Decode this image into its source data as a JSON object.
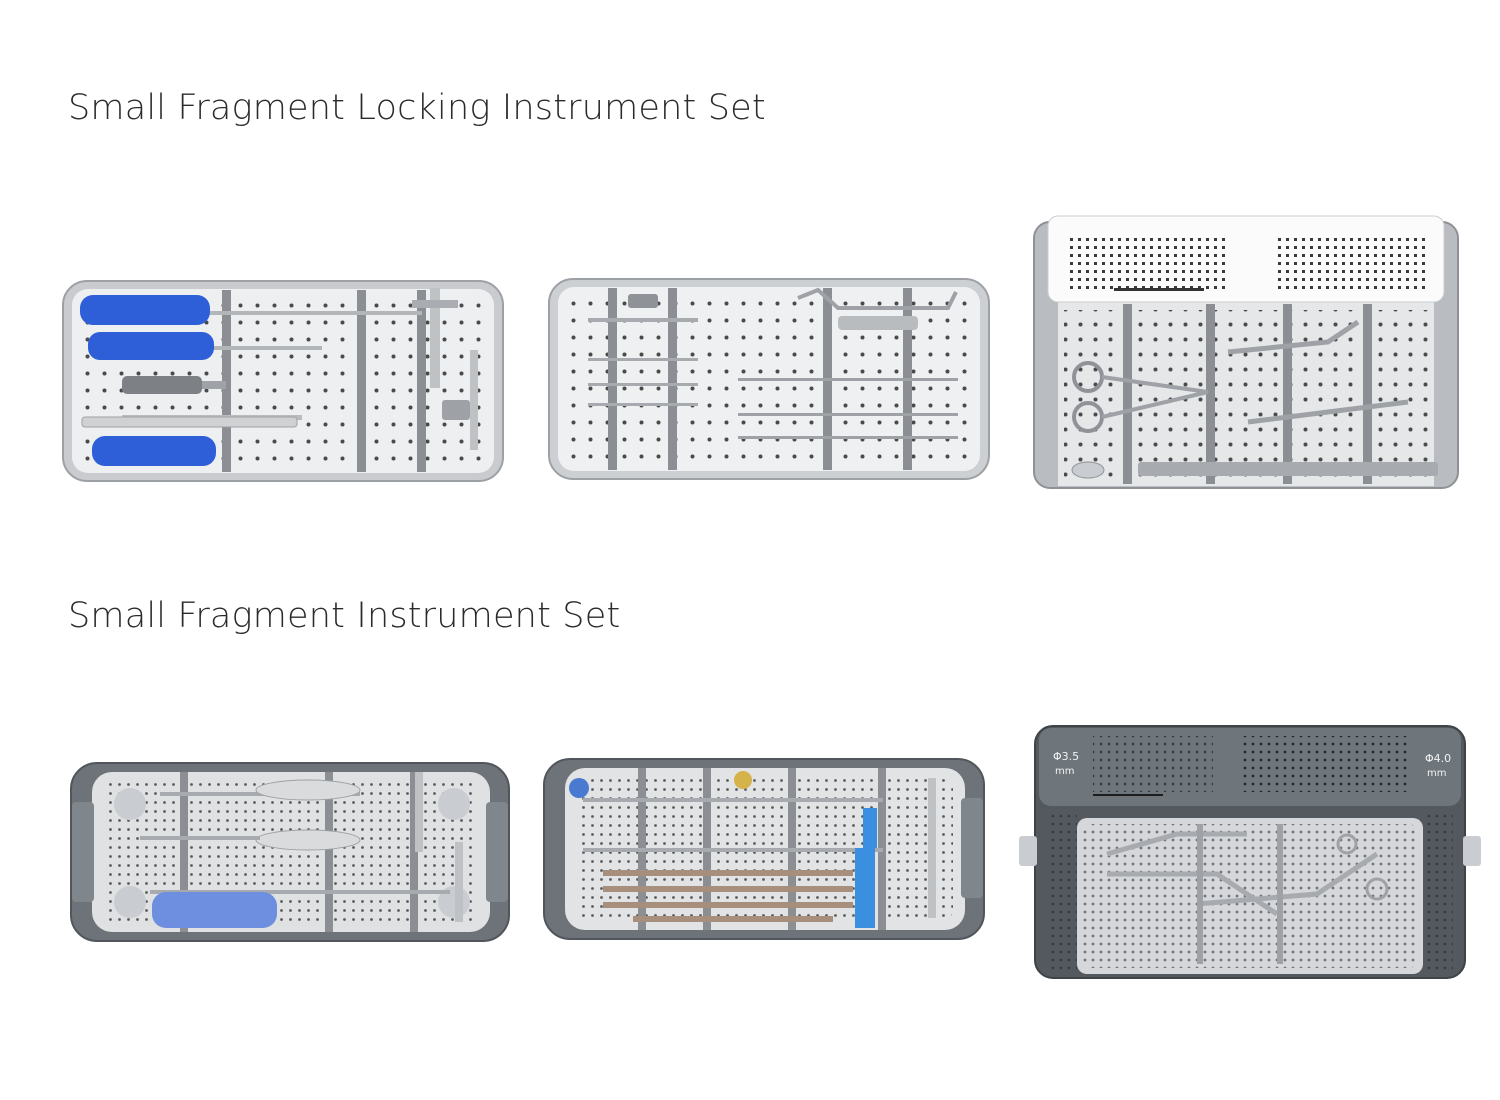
{
  "sections": [
    {
      "title": "Small Fragment Locking Instrument Set"
    },
    {
      "title": "Small Fragment Instrument Set"
    }
  ],
  "case_labels": {
    "left_diameter": "Φ3.5",
    "right_diameter": "Φ4.0",
    "unit": "mm"
  },
  "colors": {
    "background": "#ffffff",
    "tray_light": "#e9eaec",
    "tray_dark": "#6d7378",
    "handle_blue": "#2f5fd8",
    "handle_light_blue": "#6e8fe0",
    "ruler_blue": "#3a8fe0"
  }
}
